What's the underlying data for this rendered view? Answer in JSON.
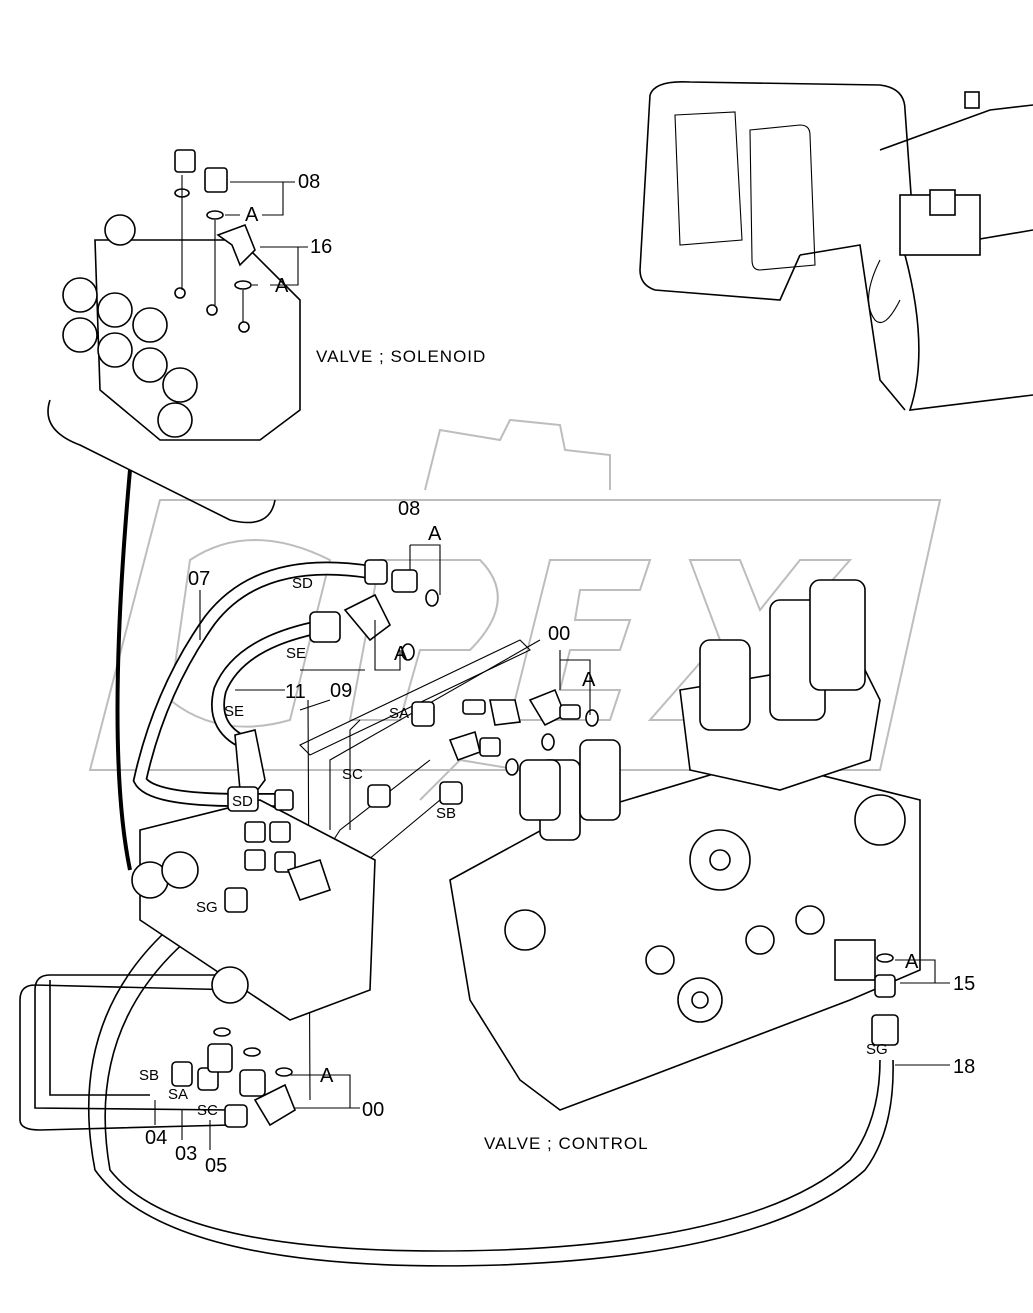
{
  "diagram": {
    "watermark": "OPEX",
    "assemblies": {
      "solenoid_valve": "VALVE ; SOLENOID",
      "control_valve": "VALVE ; CONTROL"
    },
    "callouts": {
      "p08_top": "08",
      "a_top1": "A",
      "p16": "16",
      "a_top2": "A",
      "p08_mid": "08",
      "a_mid1": "A",
      "p07": "07",
      "p11": "11",
      "p09": "09",
      "a_mid2": "A",
      "p00_mid": "00",
      "a_mid3": "A",
      "a_right": "A",
      "p15": "15",
      "p18": "18",
      "a_bottom": "A",
      "p00_bottom": "00",
      "p04": "04",
      "p03": "03",
      "p05": "05"
    },
    "hose_codes": {
      "sd1": "SD",
      "se1": "SE",
      "se2": "SE",
      "sa1": "SA",
      "sc1": "SC",
      "sb1": "SB",
      "sd2": "SD",
      "sg1": "SG",
      "sg2": "SG",
      "sb2": "SB",
      "sa2": "SA",
      "sc2": "SC"
    }
  }
}
